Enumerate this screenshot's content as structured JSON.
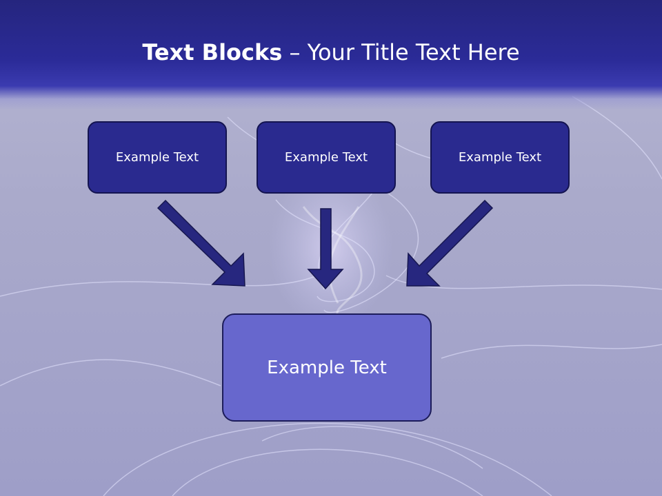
{
  "slide": {
    "title_bold": "Text Blocks",
    "title_dash": " – ",
    "title_rest": "Your Title Text Here",
    "blocks": [
      {
        "label": "Example Text"
      },
      {
        "label": "Example Text"
      },
      {
        "label": "Example Text"
      }
    ],
    "target_block": {
      "label": "Example Text"
    }
  },
  "colors": {
    "header": "#2a2a90",
    "block_fill": "#2a2a8f",
    "target_fill": "#6767cd",
    "arrow_fill": "#27277f"
  }
}
